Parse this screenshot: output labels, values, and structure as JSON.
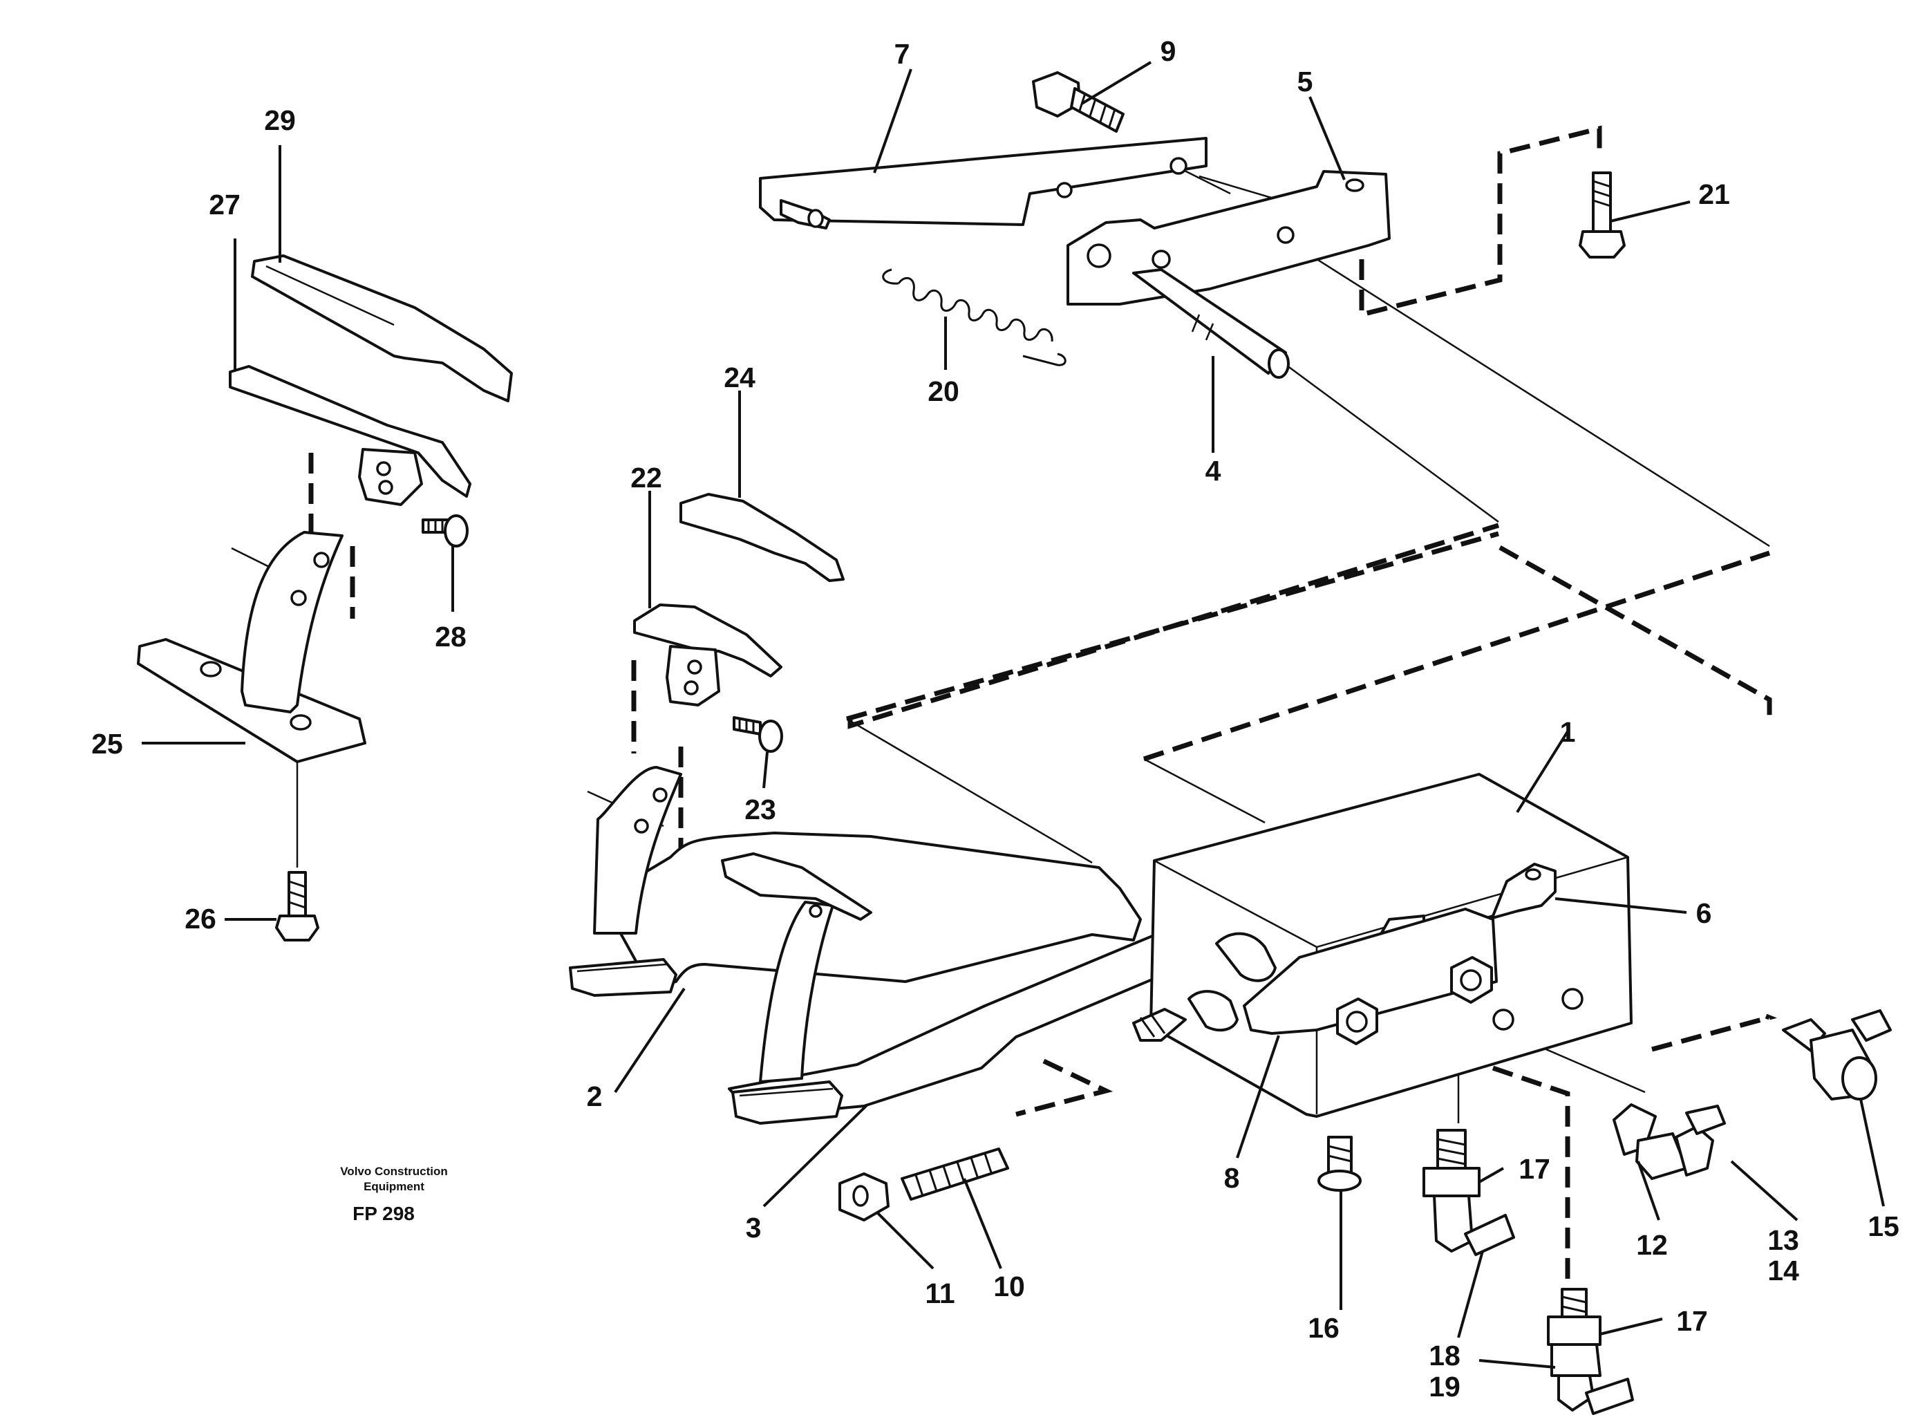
{
  "caption": {
    "line1": "Volvo Construction",
    "line2": "Equipment",
    "figure": "FP 298"
  },
  "callouts": {
    "c1": "1",
    "c2": "2",
    "c3": "3",
    "c4": "4",
    "c5": "5",
    "c6": "6",
    "c7": "7",
    "c8": "8",
    "c9": "9",
    "c10": "10",
    "c11": "11",
    "c12": "12",
    "c13": "13",
    "c14": "14",
    "c15": "15",
    "c16": "16",
    "c17a": "17",
    "c17b": "17",
    "c18a": "18",
    "c18b": "18",
    "c19": "19",
    "c20": "20",
    "c21": "21",
    "c22": "22",
    "c23": "23",
    "c24": "24",
    "c25": "25",
    "c26": "26",
    "c27": "27",
    "c28": "28",
    "c29": "29"
  }
}
